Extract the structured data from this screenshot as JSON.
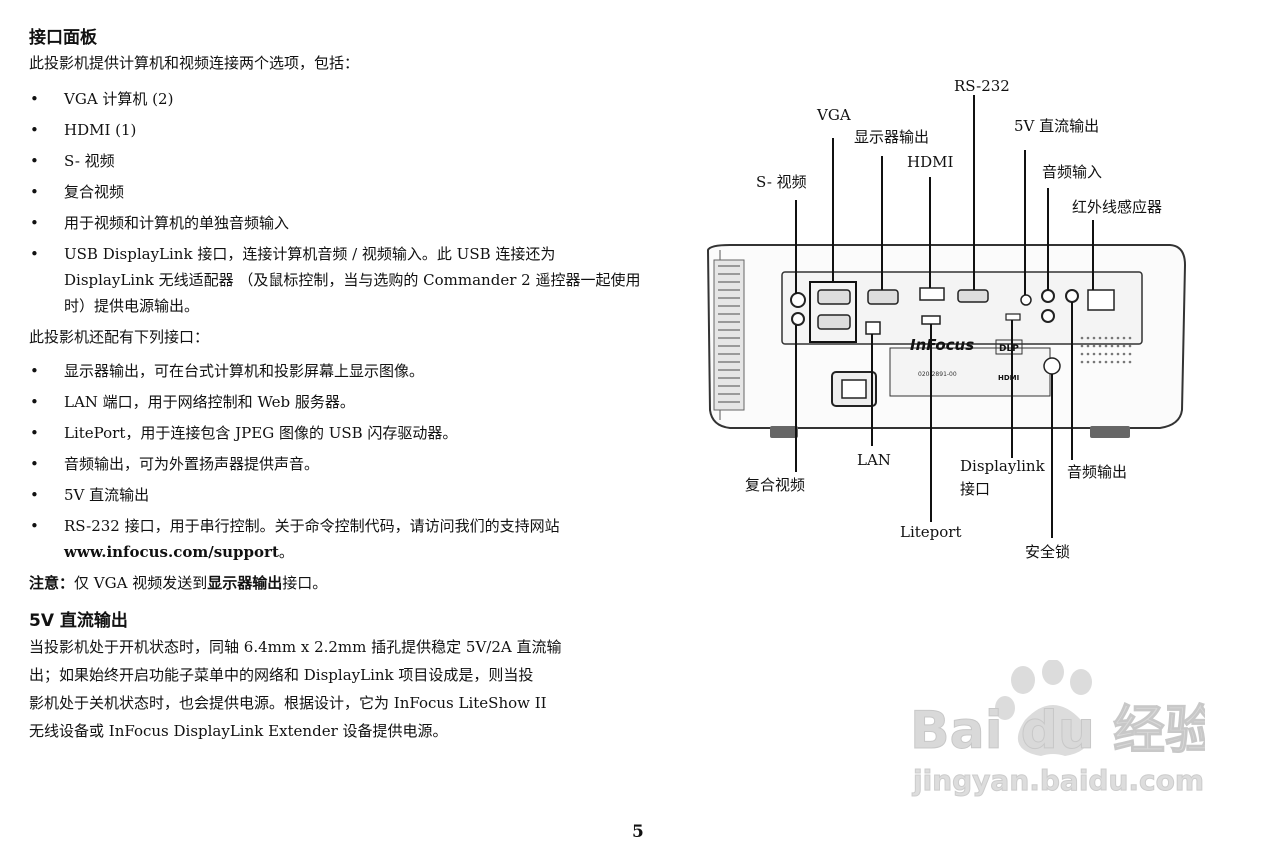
{
  "title": "接口面板",
  "intro": "此投影机提供计算机和视频连接两个选项，包括：",
  "list1": [
    "VGA 计算机 (2)",
    "HDMI (1)",
    "S- 视频",
    "复合视频",
    "用于视频和计算机的单独音频输入",
    "USB DisplayLink 接口，连接计算机音频 / 视频输入。此 USB 连接还为 DisplayLink 无线适配器 （及鼠标控制，当与选购的 Commander 2 遥控器一起使用时）提供电源输出。"
  ],
  "intro2": "此投影机还配有下列接口：",
  "list2": [
    "显示器输出，可在台式计算机和投影屏幕上显示图像。",
    "LAN 端口，用于网络控制和 Web 服务器。",
    "LitePort，用于连接包含 JPEG 图像的 USB 闪存驱动器。",
    "音频输出，可为外置扬声器提供声音。",
    "5V 直流输出"
  ],
  "list2_last": {
    "text": "RS-232 接口，用于串行控制。关于命令控制代码，请访问我们的支持网站 ",
    "link": "www.infocus.com/support",
    "end": "。"
  },
  "note": {
    "label": "注意：",
    "text1": "仅 VGA 视频发送到",
    "emph": "显示器输出",
    "text2": "接口。"
  },
  "section2": {
    "heading": "5V 直流输出",
    "lines": [
      "当投影机处于开机状态时，同轴 6.4mm x 2.2mm 插孔提供稳定 5V/2A 直流输",
      "出；如果始终开启功能子菜单中的网络和 DisplayLink 项目设成是，则当投",
      "影机处于关机状态时，也会提供电源。根据设计，它为 InFocus LiteShow II",
      "无线设备或 InFocus DisplayLink Extender 设备提供电源。"
    ]
  },
  "page_number": "5",
  "diagram": {
    "labels": {
      "rs232": "RS-232",
      "vga": "VGA",
      "monitor_out": "显示器输出",
      "dc5v": "5V 直流输出",
      "hdmi": "HDMI",
      "audio_in": "音频输入",
      "svideo": "S- 视频",
      "ir": "红外线感应器",
      "lan": "LAN",
      "composite": "复合视频",
      "displaylink1": "Displaylink",
      "displaylink2": "接口",
      "audio_out": "音频输出",
      "liteport": "Liteport",
      "lock": "安全锁"
    },
    "brand": "InFocus",
    "panel_code": "020-2891-00",
    "dlp": "DLP",
    "hdmi_logo": "HDMI"
  },
  "watermark": {
    "brand": "Bai du 经验",
    "url": "jingyan.baidu.com"
  }
}
